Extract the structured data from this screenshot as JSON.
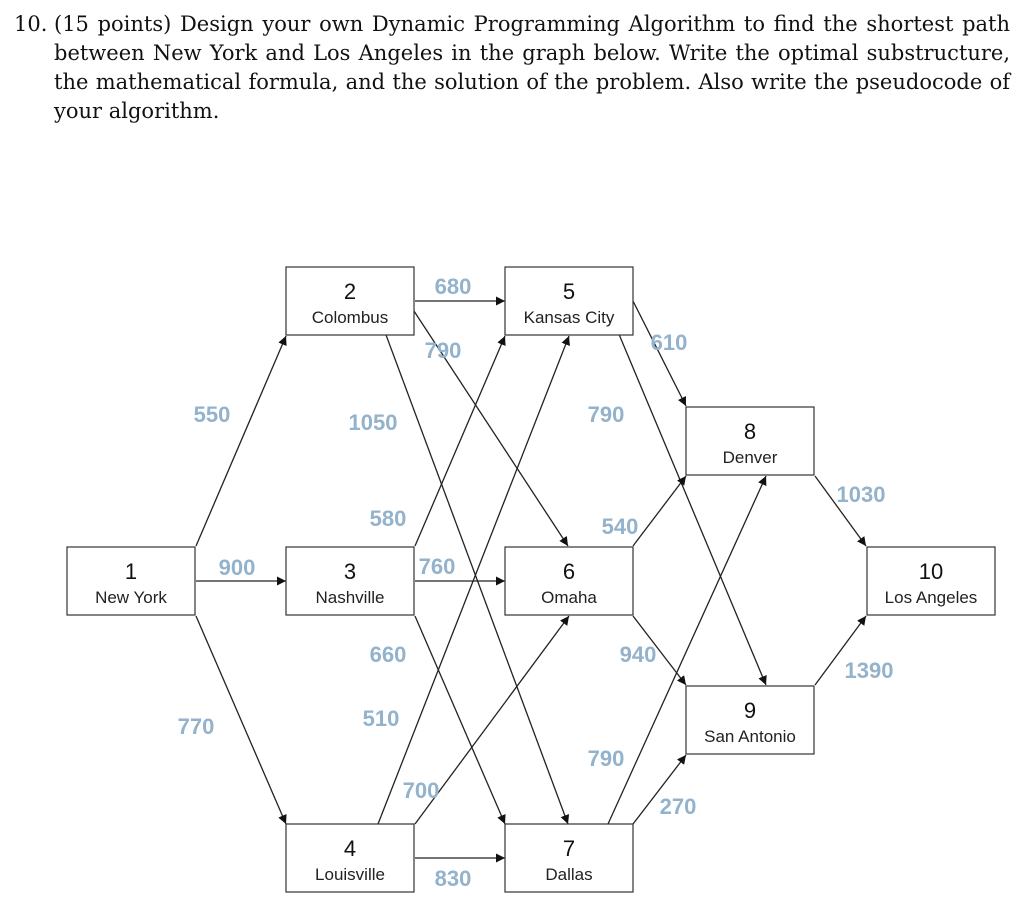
{
  "question": {
    "number": "10.",
    "text": "(15 points) Design your own Dynamic Programming Algorithm to find the shortest path between New York and Los Angeles in the graph below. Write the optimal substructure, the mathematical formula, and the solution of the problem. Also write the pseudocode of your algorithm."
  },
  "graph": {
    "edge_label_color": "#93b2cc",
    "nodes": [
      {
        "id": 1,
        "num": "1",
        "name": "New York"
      },
      {
        "id": 2,
        "num": "2",
        "name": "Colombus"
      },
      {
        "id": 3,
        "num": "3",
        "name": "Nashville"
      },
      {
        "id": 4,
        "num": "4",
        "name": "Louisville"
      },
      {
        "id": 5,
        "num": "5",
        "name": "Kansas City"
      },
      {
        "id": 6,
        "num": "6",
        "name": "Omaha"
      },
      {
        "id": 7,
        "num": "7",
        "name": "Dallas"
      },
      {
        "id": 8,
        "num": "8",
        "name": "Denver"
      },
      {
        "id": 9,
        "num": "9",
        "name": "San Antonio"
      },
      {
        "id": 10,
        "num": "10",
        "name": "Los Angeles"
      }
    ],
    "edges": [
      {
        "from": 1,
        "to": 2,
        "weight": "550"
      },
      {
        "from": 1,
        "to": 3,
        "weight": "900"
      },
      {
        "from": 1,
        "to": 4,
        "weight": "770"
      },
      {
        "from": 2,
        "to": 5,
        "weight": "680"
      },
      {
        "from": 2,
        "to": 6,
        "weight": "790"
      },
      {
        "from": 2,
        "to": 7,
        "weight": "1050"
      },
      {
        "from": 3,
        "to": 5,
        "weight": "580"
      },
      {
        "from": 3,
        "to": 6,
        "weight": "760"
      },
      {
        "from": 3,
        "to": 7,
        "weight": "660"
      },
      {
        "from": 4,
        "to": 5,
        "weight": "510"
      },
      {
        "from": 4,
        "to": 6,
        "weight": "700"
      },
      {
        "from": 4,
        "to": 7,
        "weight": "830"
      },
      {
        "from": 5,
        "to": 8,
        "weight": "610"
      },
      {
        "from": 5,
        "to": 9,
        "weight": "790"
      },
      {
        "from": 6,
        "to": 8,
        "weight": "540"
      },
      {
        "from": 6,
        "to": 9,
        "weight": "940"
      },
      {
        "from": 7,
        "to": 8,
        "weight": "790"
      },
      {
        "from": 7,
        "to": 9,
        "weight": "270"
      },
      {
        "from": 8,
        "to": 10,
        "weight": "1030"
      },
      {
        "from": 9,
        "to": 10,
        "weight": "1390"
      }
    ]
  }
}
